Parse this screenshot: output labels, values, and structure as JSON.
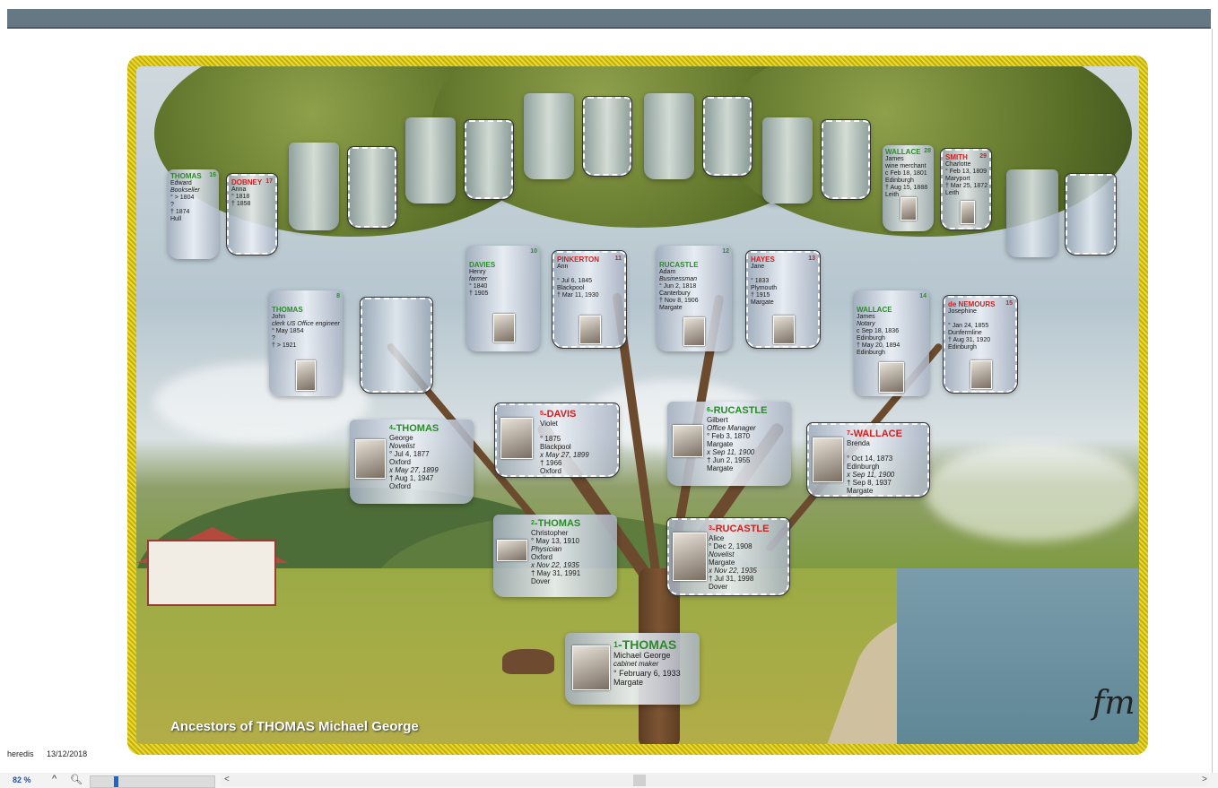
{
  "tree_title": "Ancestors of THOMAS Michael George",
  "footer": {
    "app": "heredis",
    "date": "13/12/2018"
  },
  "status": {
    "zoom": "82 %",
    "caret": "^",
    "search_icon": "magnifier-icon",
    "scroll_left": "<",
    "scroll_right": ">"
  },
  "signature": "fm",
  "people": {
    "p1": {
      "num": "1",
      "surname": "THOMAS",
      "given": "Michael George",
      "occupation": "cabinet maker",
      "l1": "° February 6, 1933",
      "l2": "Margate"
    },
    "p2": {
      "num": "2",
      "surname": "THOMAS",
      "given": "Christopher",
      "l1": "° May 13, 1910",
      "occupation": "Physician",
      "l2": "Oxford",
      "marriage": "x Nov 22, 1935",
      "l3": "† May 31, 1991",
      "l4": "Dover"
    },
    "p3": {
      "num": "3",
      "surname": "RUCASTLE",
      "given": "Alice",
      "l1": "° Dec 2, 1908",
      "occupation": "Novelist",
      "l2": "Margate",
      "marriage": "x Nov 22, 1935",
      "l3": "† Jul 31, 1998",
      "l4": "Dover"
    },
    "p4": {
      "num": "4",
      "surname": "THOMAS",
      "given": "George",
      "occupation": "Novelist",
      "l1": "° Jul 4, 1877",
      "l2": "Oxford",
      "marriage": "x May 27, 1899",
      "l3": "† Aug 1, 1947",
      "l4": "Oxford"
    },
    "p5": {
      "num": "5",
      "surname": "DAVIS",
      "given": "Violet",
      "l1": "° 1875",
      "l2": "Blackpool",
      "marriage": "x May 27, 1899",
      "l3": "† 1966",
      "l4": "Oxford"
    },
    "p6": {
      "num": "6",
      "surname": "RUCASTLE",
      "given": "Gilbert",
      "occupation": "Office Manager",
      "l1": "° Feb 3, 1870",
      "l2": "Margate",
      "marriage": "x Sep 11, 1900",
      "l3": "† Jun 2, 1955",
      "l4": "Margate"
    },
    "p7": {
      "num": "7",
      "surname": "WALLACE",
      "given": "Brenda",
      "l1": "° Oct 14, 1873",
      "l2": "Edinburgh",
      "marriage": "x Sep 11, 1900",
      "l3": "† Sep 8, 1937",
      "l4": "Margate"
    },
    "p8": {
      "num": "8",
      "surname": "THOMAS",
      "given": "John",
      "occupation": "clerk US Office engineer",
      "l1": "° May 1854",
      "l2": "?",
      "l3": "† > 1921"
    },
    "p10": {
      "num": "10",
      "surname": "DAVIES",
      "given": "Henry",
      "occupation": "farmer",
      "l1": "° 1840",
      "l2": "",
      "l3": "† 1905"
    },
    "p11": {
      "num": "11",
      "surname": "PINKERTON",
      "given": "Ann",
      "l1": "° Jul 6, 1845",
      "l2": "Blackpool",
      "l3": "† Mar 11, 1930"
    },
    "p12": {
      "num": "12",
      "surname": "RUCASTLE",
      "given": "Adam",
      "occupation": "Businessman",
      "l1": "° Jun 2, 1818",
      "l2": "Canterbury",
      "l3": "† Nov 8, 1906",
      "l4": "Margate"
    },
    "p13": {
      "num": "13",
      "surname": "HAYES",
      "given": "Jane",
      "l1": "° 1833",
      "l2": "Plymouth",
      "l3": "† 1915",
      "l4": "Margate"
    },
    "p14": {
      "num": "14",
      "surname": "WALLACE",
      "given": "James",
      "occupation": "Notary",
      "l1": "c Sep 18, 1836",
      "l2": "Edinburgh",
      "l3": "† May 20, 1894",
      "l4": "Edinburgh"
    },
    "p15": {
      "num": "15",
      "surname": "de NEMOURS",
      "given": "Josephine",
      "l1": "° Jan 24, 1855",
      "l2": "Dunfermline",
      "l3": "† Aug 31, 1920",
      "l4": "Edinburgh"
    },
    "p16": {
      "num": "16",
      "surname": "THOMAS",
      "given": "Edward",
      "occupation": "Bookseller",
      "l1": "° > 1804",
      "l2": "?",
      "l3": "† 1874",
      "l4": "Hull"
    },
    "p17": {
      "num": "17",
      "surname": "DOBNEY",
      "given": "Anna",
      "l1": "° 1818",
      "l2": "",
      "l3": "† 1858"
    },
    "p28": {
      "num": "28",
      "surname": "WALLACE",
      "given": "James",
      "occupation": "wine merchant",
      "l1": "c Feb 18, 1801",
      "l2": "Edinburgh",
      "l3": "† Aug 15, 1888",
      "l4": "Leith"
    },
    "p29": {
      "num": "29",
      "surname": "SMITH",
      "given": "Charlotte",
      "l1": "° Feb 13, 1809",
      "l2": "Maryport",
      "l3": "† Mar 25, 1872",
      "l4": "Leith"
    }
  }
}
